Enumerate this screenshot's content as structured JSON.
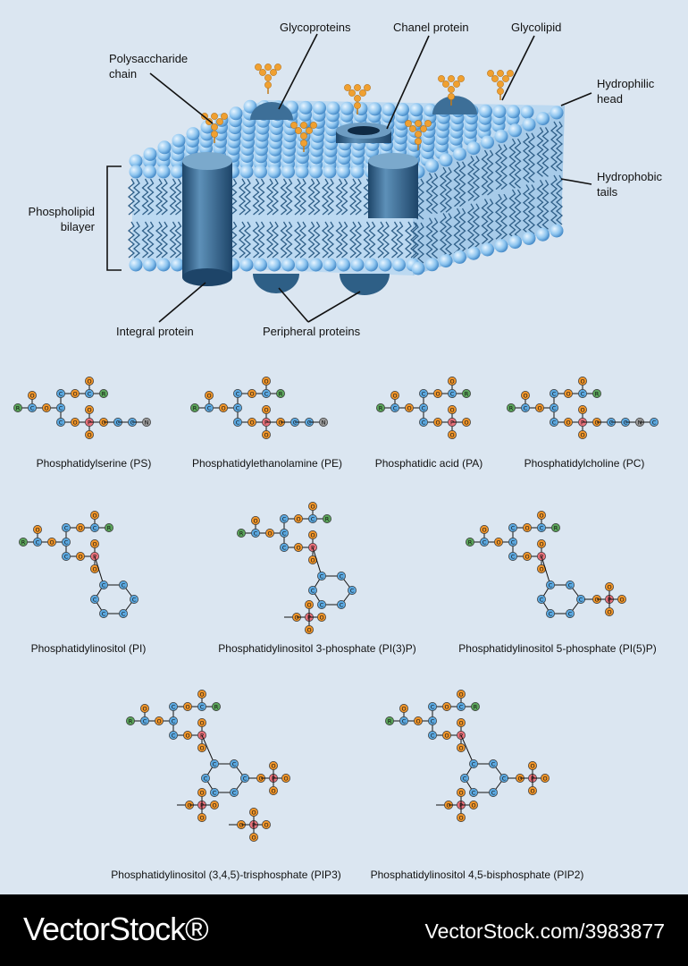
{
  "membrane": {
    "labels": {
      "polysaccharide": "Polysaccharide\nchain",
      "glycoproteins": "Glycoproteins",
      "channel": "Chanel protein",
      "glycolipid": "Glycolipid",
      "hydrophilic": "Hydrophilic\nhead",
      "hydrophobic": "Hydrophobic\ntails",
      "bilayer": "Phospholipid\nbilayer",
      "integral": "Integral protein",
      "peripheral": "Peripheral proteins"
    },
    "colors": {
      "head": "#8cc4ef",
      "protein": "#2e5f86",
      "sugar": "#f0a030",
      "tail": "#3b6f96"
    }
  },
  "molecules": [
    {
      "id": "ps",
      "name": "Phosphatidylserine (PS)"
    },
    {
      "id": "pe",
      "name": "Phosphatidylethanolamine (PE)"
    },
    {
      "id": "pa",
      "name": "Phosphatidic acid (PA)"
    },
    {
      "id": "pc",
      "name": "Phosphatidylcholine (PC)"
    },
    {
      "id": "pi",
      "name": "Phosphatidylinositol (PI)"
    },
    {
      "id": "pi3p",
      "name": "Phosphatidylinositol 3-phosphate (PI(3)P)"
    },
    {
      "id": "pi5p",
      "name": "Phosphatidylinositol 5-phosphate (PI(5)P)"
    },
    {
      "id": "pip3",
      "name": "Phosphatidylinositol (3,4,5)-trisphosphate (PIP3)"
    },
    {
      "id": "pip2",
      "name": "Phosphatidylinositol 4,5-bisphosphate (PIP2)"
    }
  ],
  "atom_colors": {
    "C": "#5ba8e0",
    "O": "#f0952a",
    "P": "#e8707a",
    "R": "#5aa35a",
    "N": "#9a9a9a"
  },
  "footer": {
    "brand": "VectorStock®",
    "url": "VectorStock.com/3983877"
  }
}
